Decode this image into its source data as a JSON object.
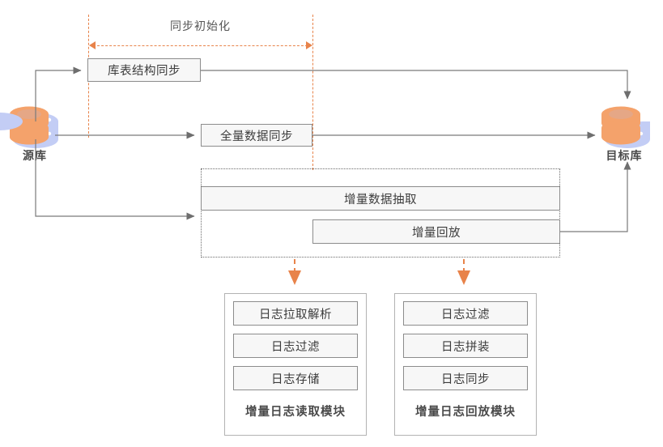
{
  "diagram": {
    "title_label": "同步初始化",
    "source_db": {
      "label": "源库",
      "icon": "database-icon"
    },
    "target_db": {
      "label": "目标库",
      "icon": "database-icon"
    },
    "stages": [
      {
        "id": "schema-sync",
        "label": "库表结构同步"
      },
      {
        "id": "full-data-sync",
        "label": "全量数据同步"
      },
      {
        "id": "incr-extract",
        "label": "增量数据抽取"
      },
      {
        "id": "incr-replay",
        "label": "增量回放"
      }
    ],
    "modules": [
      {
        "id": "incr-log-read-module",
        "title": "增量日志读取模块",
        "items": [
          "日志拉取解析",
          "日志过滤",
          "日志存储"
        ]
      },
      {
        "id": "incr-log-replay-module",
        "title": "增量日志回放模块",
        "items": [
          "日志过滤",
          "日志拼装",
          "日志同步"
        ]
      }
    ],
    "colors": {
      "accent_orange": "#e8834a",
      "box_fill": "#f7f7f7",
      "box_border": "#8c8c8c",
      "line_grey": "#7a7a7a",
      "text_dark": "#3b3b3b",
      "db_orange": "#f4a26b",
      "db_blue": "#c3cdf5"
    }
  }
}
